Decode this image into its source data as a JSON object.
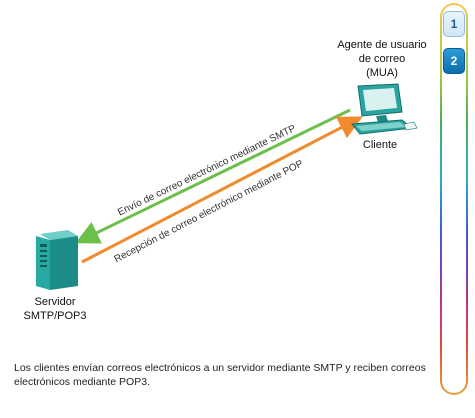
{
  "client": {
    "agent_label_line1": "Agente de usuario",
    "agent_label_line2": "de correo",
    "agent_label_line3": "(MUA)",
    "name": "Cliente",
    "icon": "computer-icon"
  },
  "server": {
    "label_line1": "Servidor",
    "label_line2": "SMTP/POP3",
    "icon": "server-icon"
  },
  "arrows": {
    "smtp_label": "Envío de correo electrónico mediante SMTP",
    "pop_label": "Recepción de correo electrónico mediante POP",
    "smtp_color": "#6cc04a",
    "pop_color": "#f08a2c"
  },
  "caption": "Los clientes envían correos electrónicos a un servidor mediante SMTP y reciben correos electrónicos mediante POP3.",
  "steps": {
    "items": [
      "1",
      "2"
    ],
    "active": "2"
  }
}
